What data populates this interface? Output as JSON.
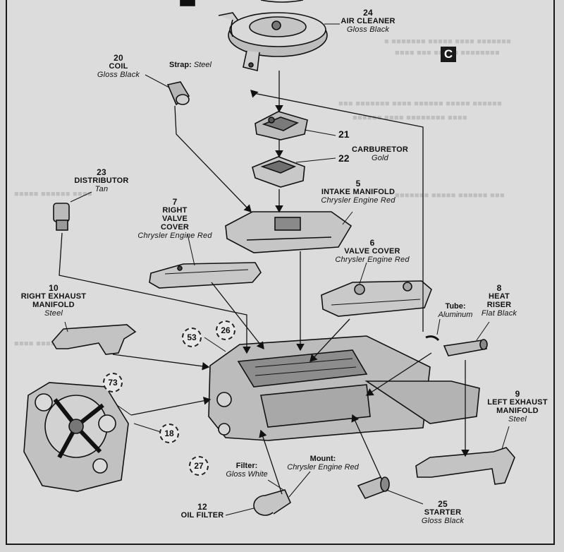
{
  "step_letter": "C",
  "parts": [
    {
      "id": "air-cleaner",
      "num": "24",
      "name": "AIR CLEANER",
      "paint": "Gloss Black"
    },
    {
      "id": "coil",
      "num": "20",
      "name": "COIL",
      "paint": "Gloss Black"
    },
    {
      "id": "distributor",
      "num": "23",
      "name": "DISTRIBUTOR",
      "paint": "Tan"
    },
    {
      "id": "carburetor",
      "num": "",
      "name": "CARBURETOR",
      "paint": "Gold"
    },
    {
      "id": "intake-manifold",
      "num": "5",
      "name": "INTAKE MANIFOLD",
      "paint": "Chrysler Engine Red"
    },
    {
      "id": "right-valve-cover",
      "num": "7",
      "name": "RIGHT VALVE COVER",
      "paint": "Chrysler Engine Red"
    },
    {
      "id": "valve-cover",
      "num": "6",
      "name": "VALVE COVER",
      "paint": "Chrysler Engine Red"
    },
    {
      "id": "right-exhaust-manifold",
      "num": "10",
      "name": "RIGHT EXHAUST MANIFOLD",
      "paint": "Steel"
    },
    {
      "id": "heat-riser",
      "num": "8",
      "name": "HEAT RISER",
      "paint": "Flat Black"
    },
    {
      "id": "left-exhaust-manifold",
      "num": "9",
      "name": "LEFT EXHAUST MANIFOLD",
      "paint": "Steel"
    },
    {
      "id": "oil-filter",
      "num": "12",
      "name": "OIL FILTER",
      "paint": ""
    },
    {
      "id": "starter",
      "num": "25",
      "name": "STARTER",
      "paint": "Gloss Black"
    }
  ],
  "sub_labels": {
    "strap": {
      "key": "Strap:",
      "value": "Steel"
    },
    "tube": {
      "key": "Tube:",
      "value": "Aluminum"
    },
    "filter": {
      "key": "Filter:",
      "value": "Gloss White"
    },
    "mount": {
      "key": "Mount:",
      "value": "Chrysler Engine Red"
    }
  },
  "part_numbers": {
    "carb_top": "21",
    "carb_base": "22"
  },
  "badges": [
    "53",
    "26",
    "73",
    "18",
    "27"
  ]
}
